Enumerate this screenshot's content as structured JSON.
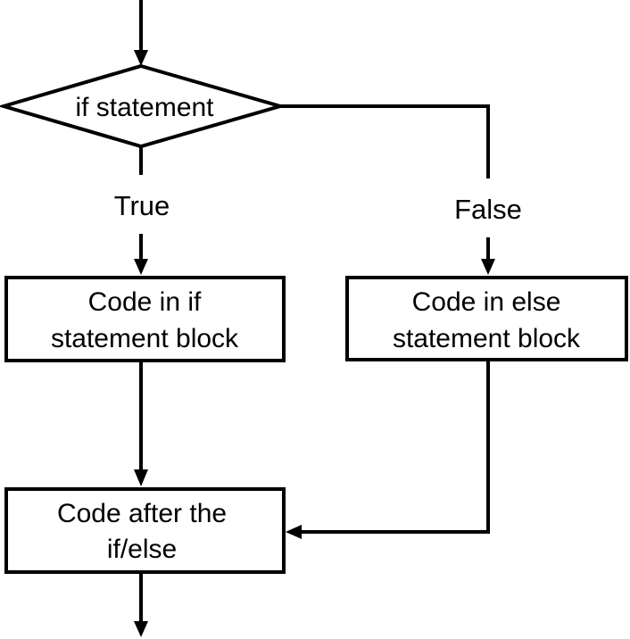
{
  "diagram": {
    "decision": {
      "label": "if statement"
    },
    "edges": {
      "true_label": "True",
      "false_label": "False"
    },
    "if_block": {
      "line1": "Code in if",
      "line2": "statement block"
    },
    "else_block": {
      "line1": "Code in else",
      "line2": "statement block"
    },
    "after_block": {
      "line1": "Code after the",
      "line2": "if/else"
    },
    "colors": {
      "stroke": "#000000",
      "background": "#ffffff"
    }
  }
}
